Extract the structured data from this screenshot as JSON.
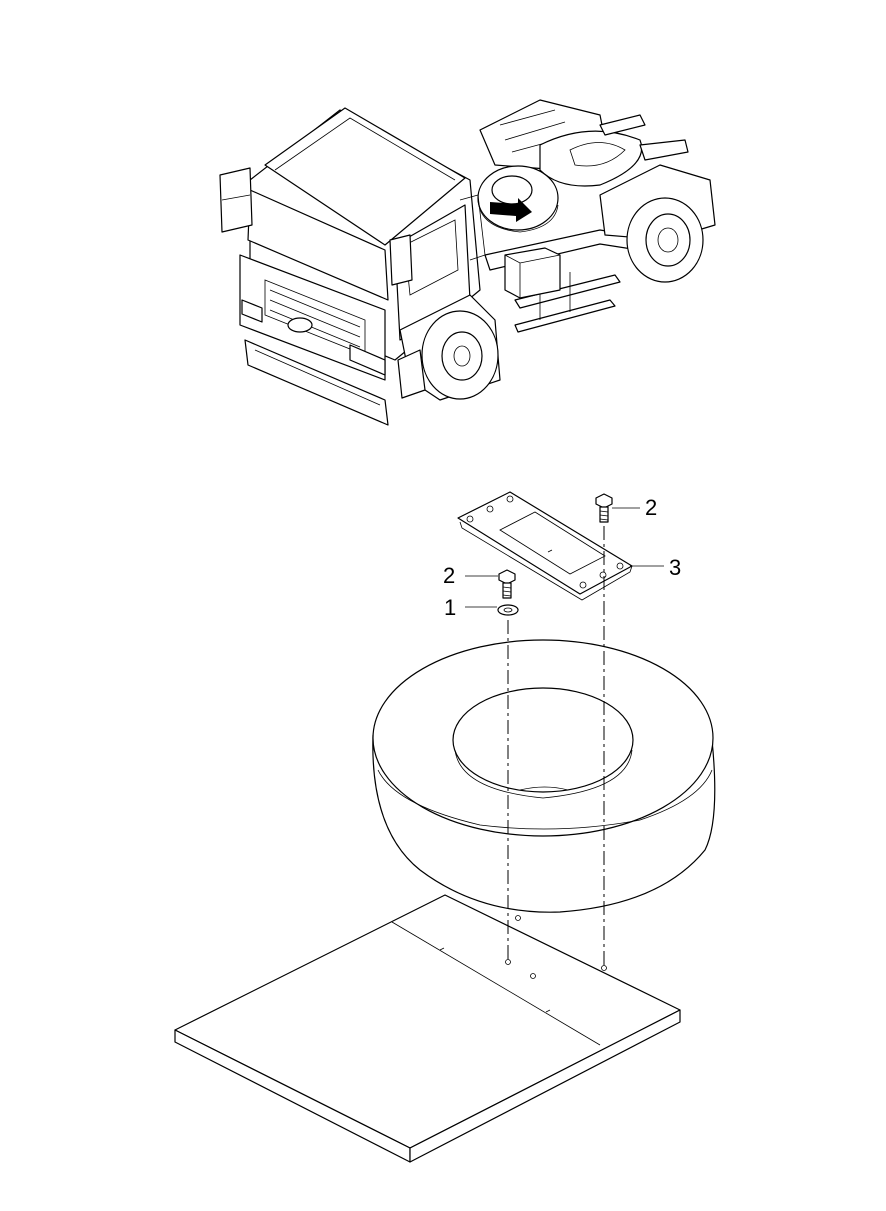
{
  "callouts": [
    {
      "id": "washer",
      "number": "1"
    },
    {
      "id": "bolt-left",
      "number": "2"
    },
    {
      "id": "bolt-right",
      "number": "2"
    },
    {
      "id": "bracket",
      "number": "3"
    }
  ],
  "icons": [
    "truck-tractor-icon",
    "spare-tire-icon",
    "mounting-bracket-icon",
    "bolt-icon",
    "washer-icon",
    "carrier-plate-icon",
    "location-arrow-icon"
  ]
}
